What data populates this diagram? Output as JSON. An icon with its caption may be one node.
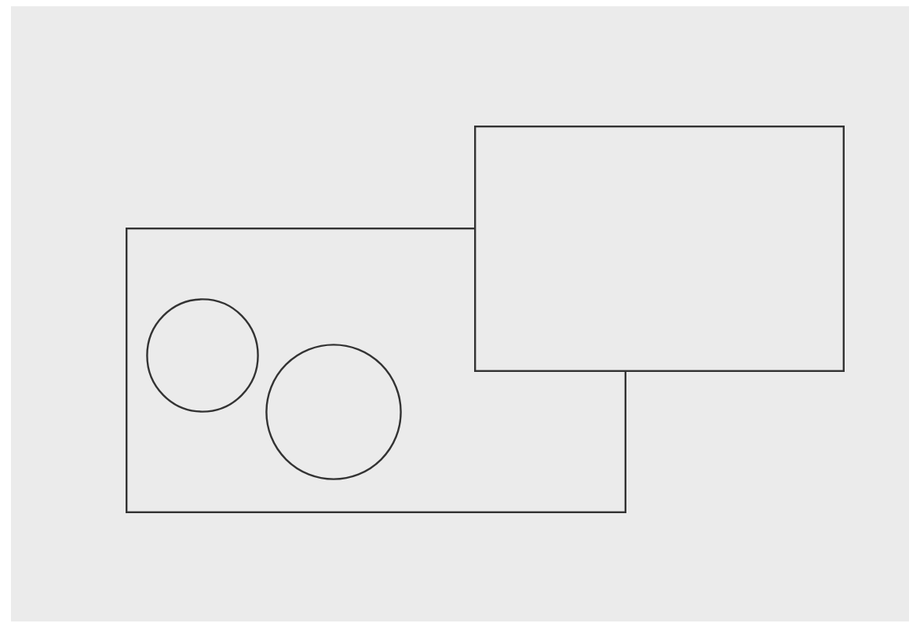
{
  "diagram": {
    "nodes": [
      {
        "text": [],
        "shape": "box"
      },
      {
        "text": [],
        "shape": "circle",
        "in": 0
      },
      {
        "text": [],
        "shape": "circle",
        "in": 0
      },
      {
        "text": [],
        "shape": "box"
      }
    ]
  }
}
